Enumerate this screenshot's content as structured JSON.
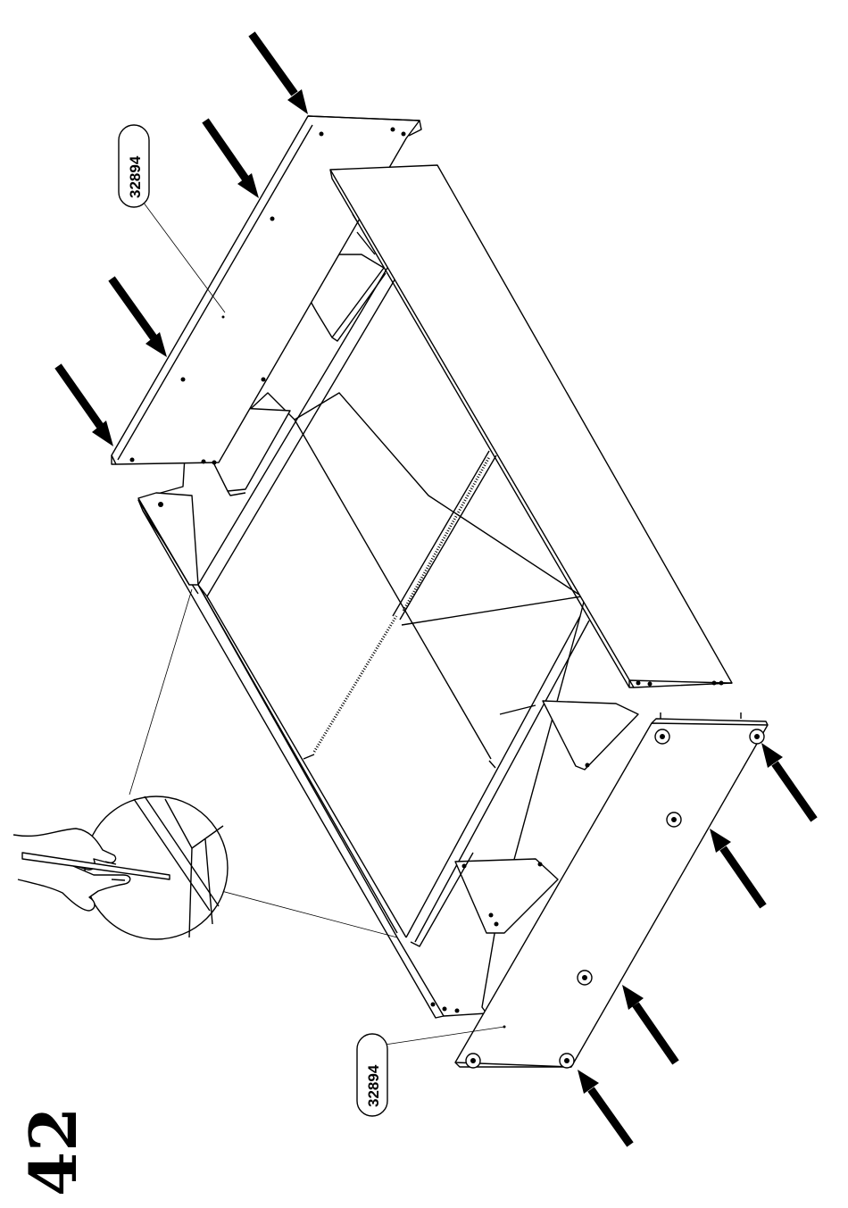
{
  "step_number": "42",
  "part_labels": [
    {
      "id": "top",
      "text": "32894"
    },
    {
      "id": "bottom",
      "text": "32894"
    }
  ],
  "colors": {
    "ink": "#000000",
    "paper": "#ffffff"
  },
  "icons": [
    "push-arrow-icon",
    "hand-tool-icon"
  ]
}
